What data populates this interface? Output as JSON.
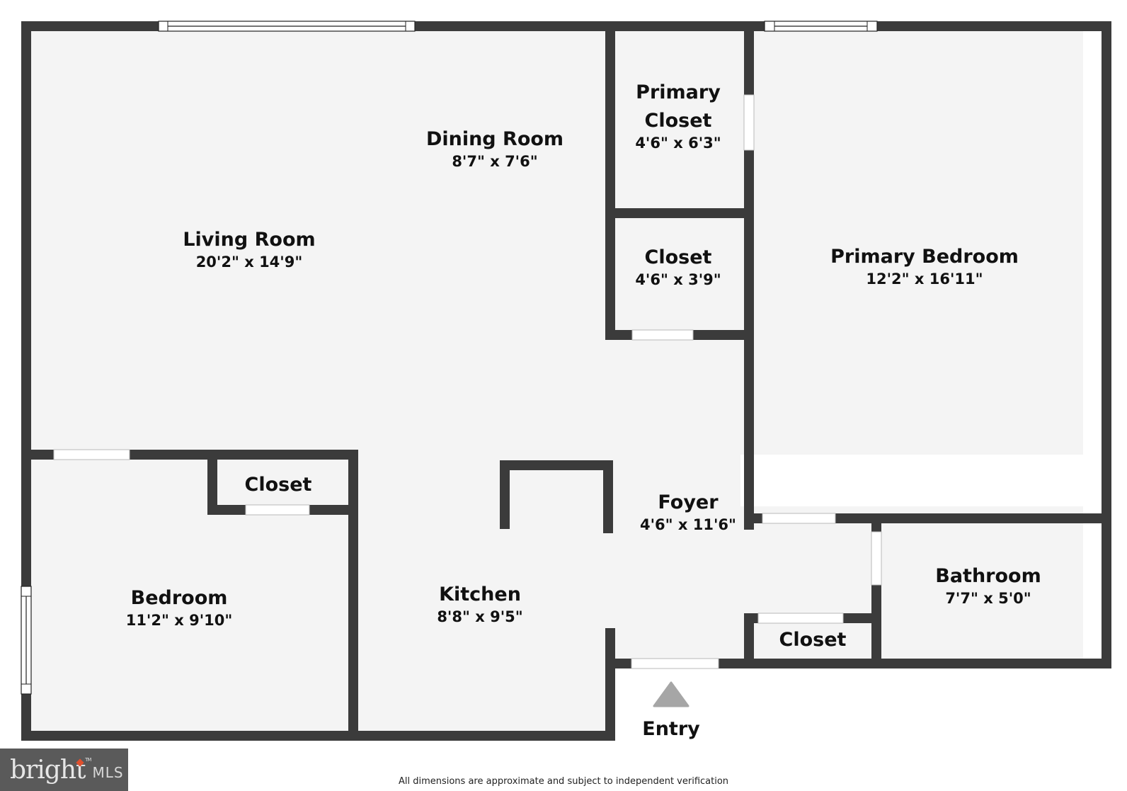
{
  "plan": {
    "colors": {
      "wall": "#3b3b3b",
      "floor": "#f4f4f4",
      "opening": "#ffffff",
      "entry_marker": "#a6a6a6"
    },
    "rooms": [
      {
        "name": "Living Room",
        "dims": "20'2\" x 14'9\""
      },
      {
        "name": "Dining Room",
        "dims": "8'7\" x 7'6\""
      },
      {
        "name": "Primary Closet",
        "name_line1": "Primary",
        "name_line2": "Closet",
        "dims": "4'6\" x 6'3\""
      },
      {
        "name": "Closet",
        "dims": "4'6\" x 3'9\""
      },
      {
        "name": "Primary Bedroom",
        "dims": "12'2\" x 16'11\""
      },
      {
        "name": "Closet",
        "dims": ""
      },
      {
        "name": "Bedroom",
        "dims": "11'2\" x 9'10\""
      },
      {
        "name": "Kitchen",
        "dims": "8'8\" x 9'5\""
      },
      {
        "name": "Foyer",
        "dims": "4'6\" x 11'6\""
      },
      {
        "name": "Bathroom",
        "dims": "7'7\" x 5'0\""
      },
      {
        "name": "Closet",
        "dims": ""
      }
    ],
    "entry": {
      "label": "Entry",
      "icon": "triangle-up-icon"
    }
  },
  "footer": {
    "disclaimer": "All dimensions are approximate and subject to independent verification"
  },
  "logo": {
    "brand": "bright",
    "suffix": "MLS",
    "tm": "TM"
  }
}
